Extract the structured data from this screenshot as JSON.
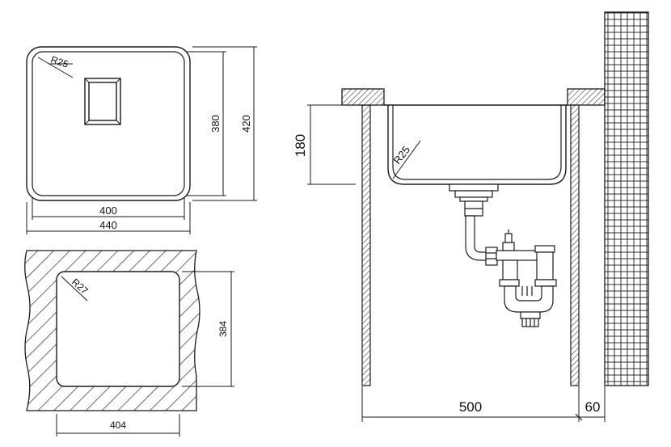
{
  "labels": {
    "top_radius": "R25",
    "top_inner_width": "400",
    "top_outer_width": "440",
    "top_inner_height": "380",
    "top_outer_height": "420",
    "cutout_radius": "R27",
    "cutout_width": "404",
    "cutout_height": "384",
    "side_radius": "R25",
    "side_depth": "180",
    "cabinet_width": "500",
    "wall_gap": "60"
  },
  "colors": {
    "line": "#1a1a1a",
    "background": "#ffffff"
  }
}
